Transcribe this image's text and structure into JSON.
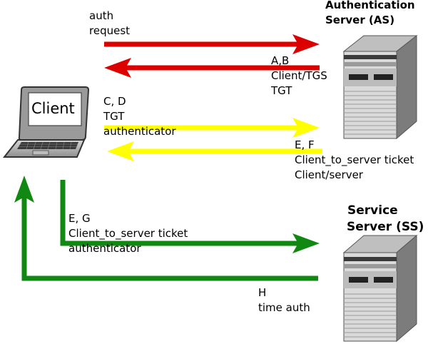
{
  "colors": {
    "red": "#dd0000",
    "yellow": "#ffff00",
    "green": "#118811"
  },
  "client": {
    "label": "Client",
    "icon": "laptop-icon"
  },
  "auth_server": {
    "title_line1": "Authentication",
    "title_line2": "Server (AS)",
    "icon": "server-tower-icon"
  },
  "service_server": {
    "title_line1": "Service",
    "title_line2": "Server (SS)",
    "icon": "server-tower-icon"
  },
  "messages": {
    "auth_request": {
      "line1": "auth",
      "line2": "request"
    },
    "as_reply": {
      "line1": "A,B",
      "line2": "Client/TGS",
      "line3": "TGT"
    },
    "tgs_request": {
      "line1": "C, D",
      "line2": "TGT",
      "line3": "authenticator"
    },
    "tgs_reply": {
      "line1": "E, F",
      "line2": "Client_to_server ticket",
      "line3": "Client/server"
    },
    "service_request": {
      "line1": "E, G",
      "line2": "Client_to_server ticket",
      "line3": "authenticator"
    },
    "service_reply": {
      "line1": "H",
      "line2": "time auth"
    }
  }
}
